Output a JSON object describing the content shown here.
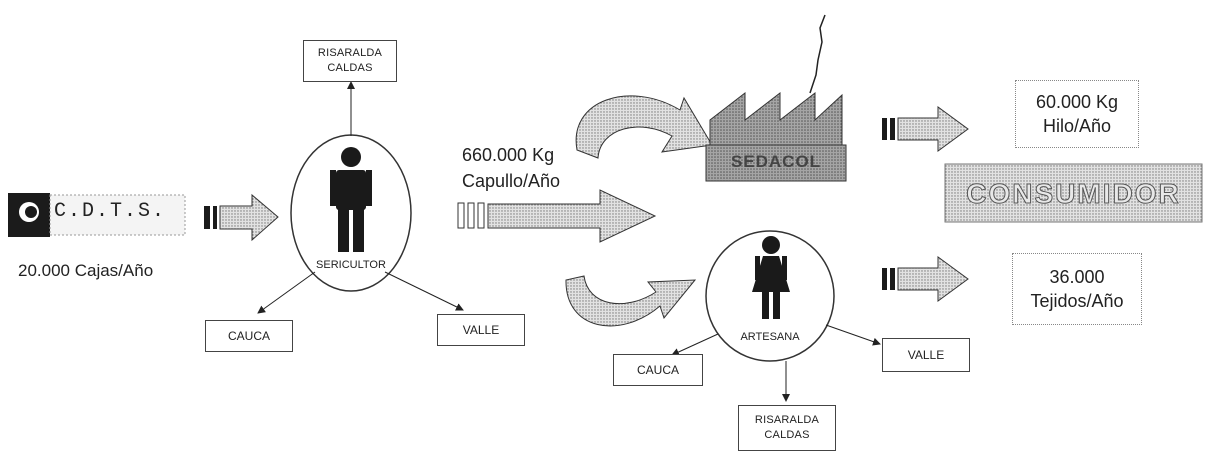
{
  "logo": {
    "text": "C.D.T.S."
  },
  "source_output": "20.000 Cajas/Año",
  "sericultor": {
    "label": "SERICULTOR",
    "destinations": {
      "top": "RISARALDA\nCALDAS",
      "left": "CAUCA",
      "right": "VALLE"
    }
  },
  "flow_label": "660.000 Kg\nCapullo/Año",
  "factory": {
    "label": "SEDACOL",
    "output": "60.000 Kg\nHilo/Año"
  },
  "artesana": {
    "label": "ARTESANA",
    "destinations": {
      "left": "CAUCA",
      "right": "VALLE",
      "bottom": "RISARALDA\nCALDAS"
    },
    "output": "36.000\nTejidos/Año"
  },
  "consumer": {
    "label": "CONSUMIDOR"
  },
  "colors": {
    "arrow_fill": "#c8c8c8",
    "factory_fill": "#9a9a9a",
    "consumer_fill": "#bdbdbd",
    "figure": "#1a1a1a"
  }
}
